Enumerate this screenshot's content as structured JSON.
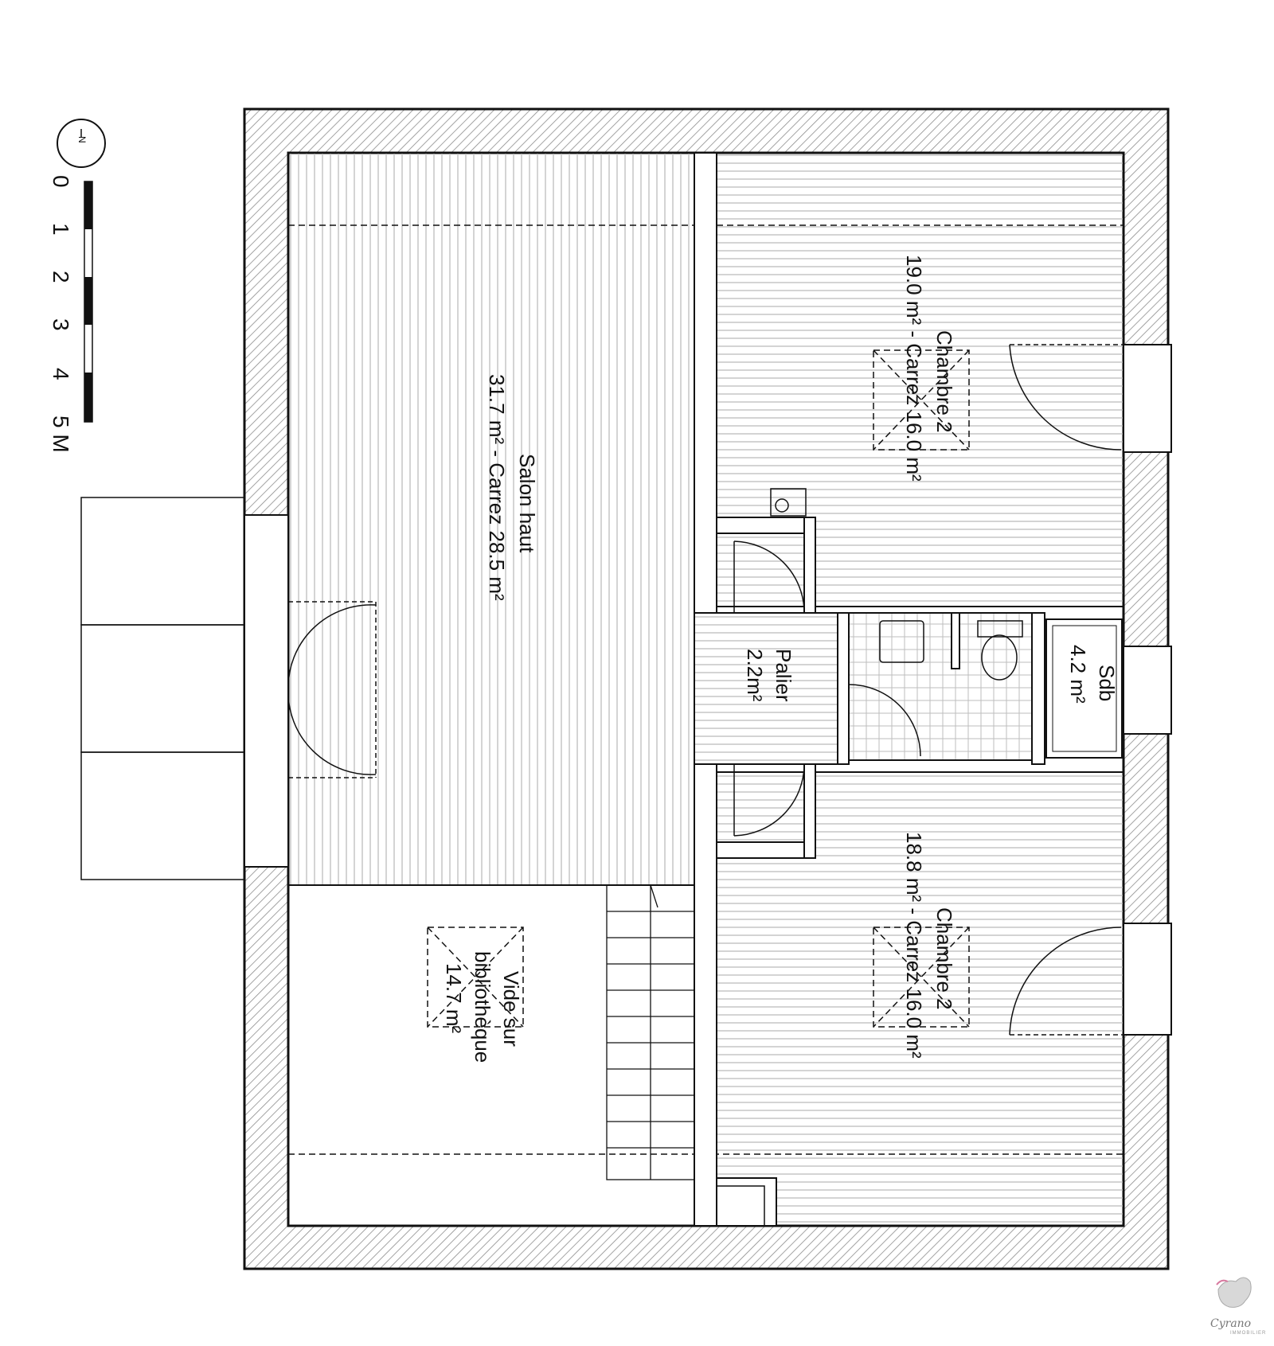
{
  "compass": {
    "label": "N",
    "icon": "north-arrow-icon"
  },
  "scale": {
    "ticks": [
      "0",
      "1",
      "2",
      "3",
      "4",
      "5 M"
    ]
  },
  "rooms": {
    "salon": {
      "name": "Salon haut",
      "area": "31.7 m² - Carrez 28.5 m²"
    },
    "chambre_top": {
      "name": "Chambre 2",
      "area": "19.0 m² - Carrez 16.0 m²"
    },
    "chambre_bottom": {
      "name": "Chambre 2",
      "area": "18.8 m² - Carrez 16.0 m²"
    },
    "palier": {
      "name": "Palier",
      "area": "2.2m²"
    },
    "sdb": {
      "name": "Sdb",
      "area": "4.2 m²"
    },
    "vide": {
      "line1": "Vide sur",
      "line2": "bibliothèque",
      "line3": "14.7 m²"
    }
  },
  "logo": {
    "name": "Cyrano",
    "sub": "IMMOBILIER",
    "icon": "cat-logo-icon"
  },
  "colors": {
    "line": "#111111",
    "hatch": "#9a9a9a",
    "floor": "#c8c8c8",
    "tile": "#bdbdbd"
  }
}
